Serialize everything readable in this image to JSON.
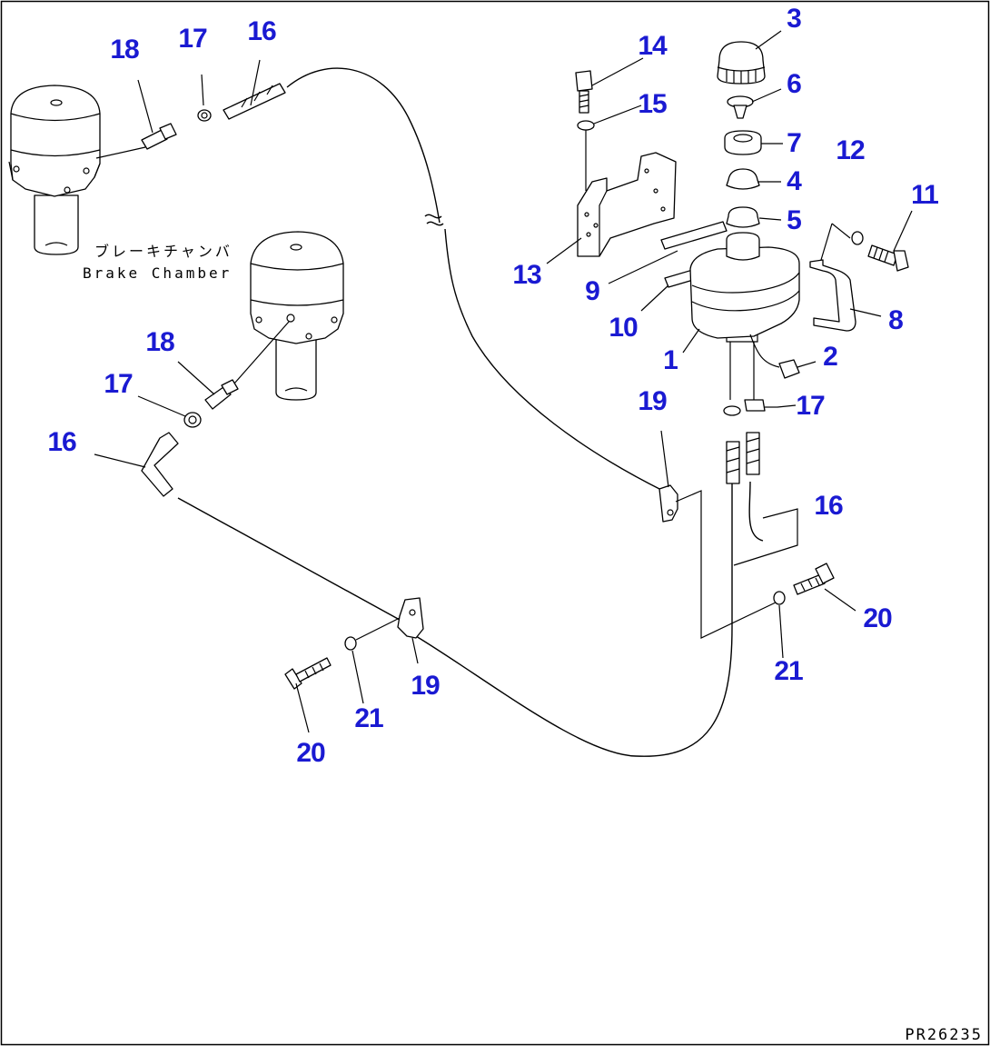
{
  "drawing_code": "PR26235",
  "caption_jp": "ブレーキチャンバ",
  "caption_en": "Brake Chamber",
  "label_color": "#1a1ad2",
  "labels": [
    {
      "text": "18"
    },
    {
      "text": "17"
    },
    {
      "text": "16"
    },
    {
      "text": "18"
    },
    {
      "text": "17"
    },
    {
      "text": "16"
    },
    {
      "text": "14"
    },
    {
      "text": "15"
    },
    {
      "text": "13"
    },
    {
      "text": "3"
    },
    {
      "text": "6"
    },
    {
      "text": "7"
    },
    {
      "text": "4"
    },
    {
      "text": "5"
    },
    {
      "text": "9"
    },
    {
      "text": "10"
    },
    {
      "text": "1"
    },
    {
      "text": "2"
    },
    {
      "text": "17"
    },
    {
      "text": "12"
    },
    {
      "text": "11"
    },
    {
      "text": "8"
    },
    {
      "text": "19"
    },
    {
      "text": "16"
    },
    {
      "text": "20"
    },
    {
      "text": "21"
    },
    {
      "text": "19"
    },
    {
      "text": "20"
    },
    {
      "text": "21"
    }
  ]
}
